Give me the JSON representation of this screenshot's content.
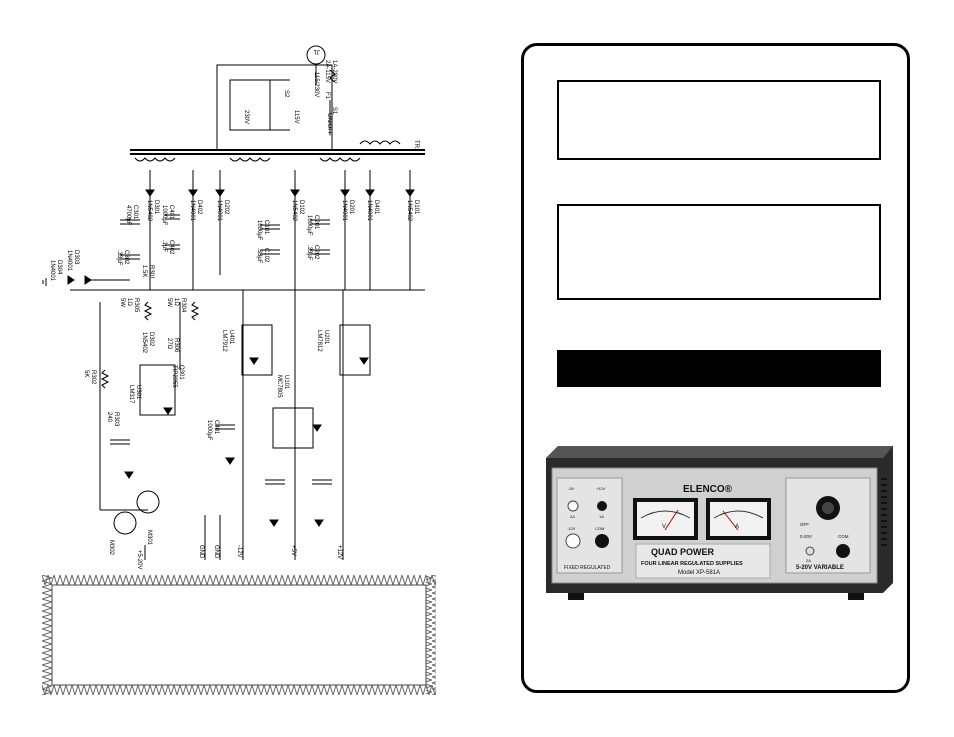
{
  "schematic": {
    "labels": {
      "j1": "J1",
      "voltage_in": "115/230V",
      "fuse_rating": "1A-230V\n2A-115V",
      "fuse": "F1",
      "switch": "S1",
      "on_off": "ON/OFF",
      "s2": "S2",
      "v230": "230V",
      "v115": "115V",
      "tr1": "TR1",
      "c301": "C301\n4700µF",
      "c401": "C401\n1000µF",
      "c402": "C402\n.1µF",
      "c302": "C302\n.33µF",
      "c201": "C201\n1000µF",
      "c202": "C202\n.33µF",
      "c101": "C101\n1000µF",
      "c102": "C102\n.33µF",
      "d301": "D301\n1N5402",
      "d302": "D302\n1N5402",
      "d401": "D401\n1N4001",
      "d402": "D402\n1N4001",
      "d201": "D201\n1N4001",
      "d202": "D202\n1N4001",
      "d101": "D101\n1N5402",
      "d102": "D102\n1N5402",
      "d303": "D303\n1N4001",
      "d304": "D304\n1N4001",
      "r301": "R301\n1.5K",
      "r302": "R302\n5K",
      "r303": "R303\n240",
      "r304": "R304\n1Ω\n5W",
      "r305": "R305\n1Ω\n5W",
      "r306": "R306\n27Ω",
      "u301": "U301\nLM317",
      "u401": "U401\nLM7912",
      "u201": "U201\nLM7812",
      "u101": "U101\nMC7805",
      "q301": "Q301\nTIP2955",
      "m301": "M301",
      "m302": "M302",
      "out_var": "+5-20V",
      "out_gnd1": "GND",
      "out_gnd2": "GND",
      "out_m12": "-12V",
      "out_p5": "+5V",
      "out_p12": "+12V"
    }
  },
  "cover": {
    "box1_text": "",
    "box2_text": "",
    "bar_text": ""
  },
  "product": {
    "brand": "ELENCO®",
    "title": "QUAD POWER",
    "subtitle": "FOUR LINEAR REGULATED SUPPLIES",
    "model": "Model XP-581A",
    "left_panel_label": "FIXED REGULATED",
    "right_panel_label": "5-20V VARIABLE",
    "meter_v": "V",
    "meter_a": "A",
    "jack_m5": "-5V",
    "jack_p12": "+12V",
    "jack_1a": "1A",
    "jack_2a": "2A",
    "jack_m12": "-12V",
    "jack_com": "COM",
    "knob_off": "OFF",
    "knob_range": "0-20V",
    "knob_com": "COM",
    "knob_2a": "2A"
  },
  "colors": {
    "line": "#000000",
    "bar": "#000000",
    "panel": "#cfcfcf",
    "case": "#2a2a2a"
  }
}
